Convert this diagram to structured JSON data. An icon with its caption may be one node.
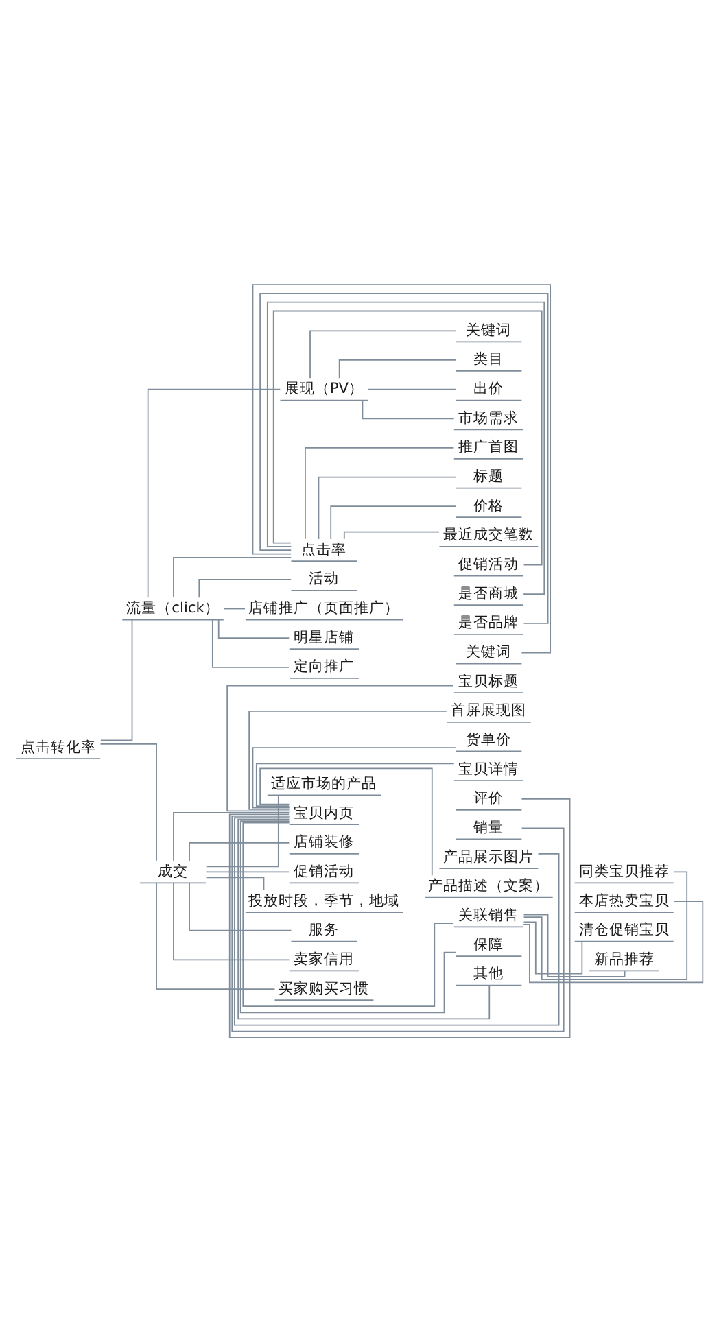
{
  "diagram": {
    "nodes": [
      {
        "text": [
          "点击转化率"
        ]
      },
      {
        "text": [
          "流量（click）"
        ]
      },
      {
        "text": [
          "展现（PV）"
        ]
      },
      {
        "text": [
          "关键词"
        ]
      },
      {
        "text": [
          "类目"
        ]
      },
      {
        "text": [
          "出价"
        ]
      },
      {
        "text": [
          "市场需求"
        ]
      },
      {
        "text": [
          "点击率"
        ]
      },
      {
        "text": [
          "推广首图"
        ]
      },
      {
        "text": [
          "标题"
        ]
      },
      {
        "text": [
          "价格"
        ]
      },
      {
        "text": [
          "最近成交笔数"
        ]
      },
      {
        "text": [
          "促销活动"
        ]
      },
      {
        "text": [
          "是否商城"
        ]
      },
      {
        "text": [
          "是否品牌"
        ]
      },
      {
        "text": [
          "关键词"
        ]
      },
      {
        "text": [
          "活动"
        ]
      },
      {
        "text": [
          "店铺推广（页面推广）"
        ]
      },
      {
        "text": [
          "明星店铺"
        ]
      },
      {
        "text": [
          "定向推广"
        ]
      },
      {
        "text": [
          "成交"
        ]
      },
      {
        "text": [
          "适应市场的产品"
        ]
      },
      {
        "text": [
          "宝贝内页"
        ]
      },
      {
        "text": [
          "宝贝标题"
        ]
      },
      {
        "text": [
          "首屏展现图"
        ]
      },
      {
        "text": [
          "货单价"
        ]
      },
      {
        "text": [
          "宝贝详情"
        ]
      },
      {
        "text": [
          "评价"
        ]
      },
      {
        "text": [
          "销量"
        ]
      },
      {
        "text": [
          "产品展示图片"
        ]
      },
      {
        "text": [
          "产品描述（文案）"
        ]
      },
      {
        "text": [
          "关联销售"
        ]
      },
      {
        "text": [
          "同类宝贝推荐"
        ]
      },
      {
        "text": [
          "本店热卖宝贝"
        ]
      },
      {
        "text": [
          "清仓促销宝贝"
        ]
      },
      {
        "text": [
          "新品推荐"
        ]
      },
      {
        "text": [
          "保障"
        ]
      },
      {
        "text": [
          "其他"
        ]
      },
      {
        "text": [
          "店铺装修"
        ]
      },
      {
        "text": [
          "促销活动"
        ]
      },
      {
        "text": [
          "投放时段，季节，地域"
        ]
      },
      {
        "text": [
          "服务"
        ]
      },
      {
        "text": [
          "卖家信用"
        ]
      },
      {
        "text": [
          "买家购买习惯"
        ]
      }
    ],
    "edges": [
      {
        "from": 0,
        "to": 1,
        "arrow": "none"
      },
      {
        "from": 1,
        "to": 2,
        "arrow": "none"
      },
      {
        "from": 2,
        "to": 3,
        "arrow": "none"
      },
      {
        "from": 2,
        "to": 4,
        "arrow": "none"
      },
      {
        "from": 2,
        "to": 5,
        "arrow": "none"
      },
      {
        "from": 2,
        "to": 6,
        "arrow": "none"
      },
      {
        "from": 1,
        "to": 7,
        "arrow": "none"
      },
      {
        "from": 7,
        "to": 8,
        "arrow": "none"
      },
      {
        "from": 7,
        "to": 9,
        "arrow": "none"
      },
      {
        "from": 7,
        "to": 10,
        "arrow": "none"
      },
      {
        "from": 7,
        "to": 11,
        "arrow": "none"
      },
      {
        "from": 7,
        "to": 12,
        "arrow": "none"
      },
      {
        "from": 7,
        "to": 13,
        "arrow": "none"
      },
      {
        "from": 7,
        "to": 14,
        "arrow": "none"
      },
      {
        "from": 7,
        "to": 15,
        "arrow": "none"
      },
      {
        "from": 1,
        "to": 16,
        "arrow": "none"
      },
      {
        "from": 1,
        "to": 17,
        "arrow": "none"
      },
      {
        "from": 1,
        "to": 18,
        "arrow": "none"
      },
      {
        "from": 1,
        "to": 19,
        "arrow": "none"
      },
      {
        "from": 0,
        "to": 20,
        "arrow": "none"
      },
      {
        "from": 20,
        "to": 21,
        "arrow": "none"
      },
      {
        "from": 20,
        "to": 22,
        "arrow": "none"
      },
      {
        "from": 22,
        "to": 23,
        "arrow": "none"
      },
      {
        "from": 22,
        "to": 24,
        "arrow": "none"
      },
      {
        "from": 22,
        "to": 25,
        "arrow": "none"
      },
      {
        "from": 22,
        "to": 26,
        "arrow": "none"
      },
      {
        "from": 22,
        "to": 27,
        "arrow": "none"
      },
      {
        "from": 22,
        "to": 28,
        "arrow": "none"
      },
      {
        "from": 22,
        "to": 29,
        "arrow": "none"
      },
      {
        "from": 22,
        "to": 30,
        "arrow": "none"
      },
      {
        "from": 22,
        "to": 31,
        "arrow": "none"
      },
      {
        "from": 31,
        "to": 32,
        "arrow": "none"
      },
      {
        "from": 31,
        "to": 33,
        "arrow": "none"
      },
      {
        "from": 31,
        "to": 34,
        "arrow": "none"
      },
      {
        "from": 31,
        "to": 35,
        "arrow": "none"
      },
      {
        "from": 22,
        "to": 36,
        "arrow": "none"
      },
      {
        "from": 22,
        "to": 37,
        "arrow": "none"
      },
      {
        "from": 20,
        "to": 38,
        "arrow": "none"
      },
      {
        "from": 20,
        "to": 39,
        "arrow": "none"
      },
      {
        "from": 20,
        "to": 40,
        "arrow": "none"
      },
      {
        "from": 20,
        "to": 41,
        "arrow": "none"
      },
      {
        "from": 20,
        "to": 42,
        "arrow": "none"
      },
      {
        "from": 20,
        "to": 43,
        "arrow": "none"
      }
    ]
  }
}
